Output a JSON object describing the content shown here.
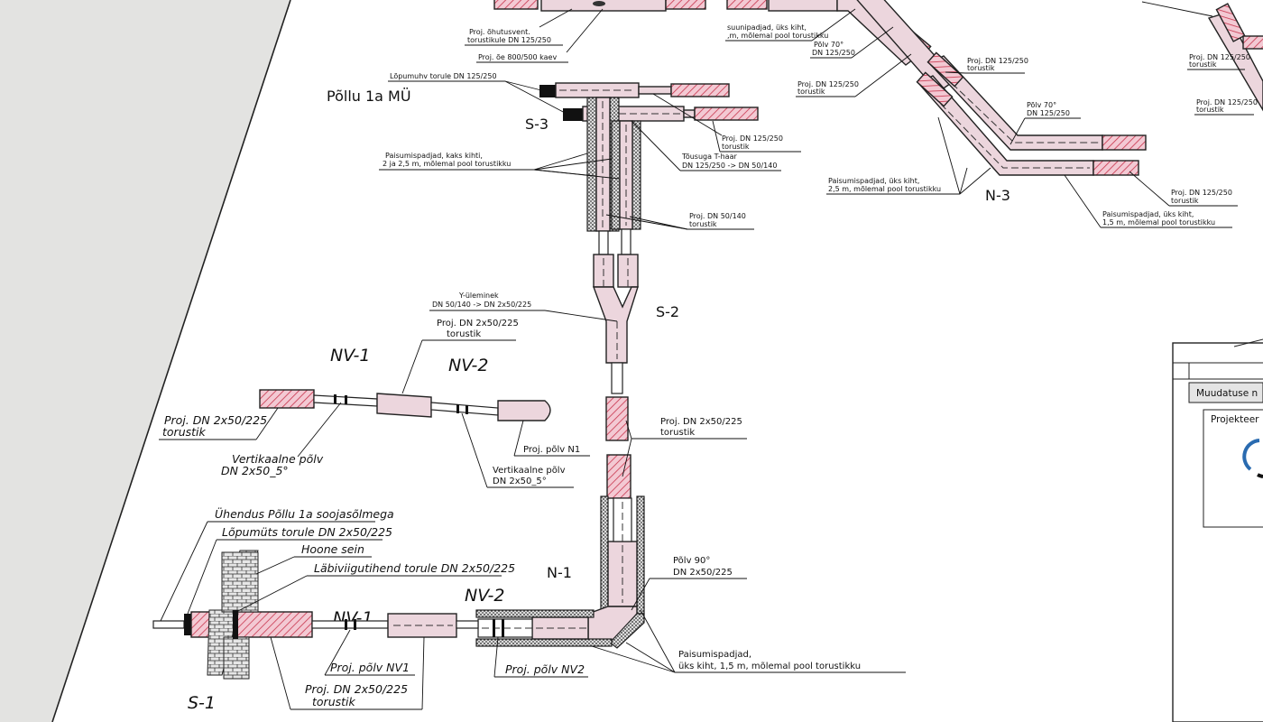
{
  "sheet": {
    "title": "Põllu 1a MÜ",
    "markers": {
      "s1": "S-1",
      "s2": "S-2",
      "s3": "S-3",
      "n1": "N-1",
      "n3": "N-3",
      "nv1_top": "NV-1",
      "nv2_top": "NV-2",
      "nv1_bottom": "NV-1",
      "nv2_bottom": "NV-2"
    },
    "title_block": {
      "changes": "Muudatuse n",
      "project": "Projekteer"
    }
  },
  "labels": {
    "top_left_1": "Proj. õhutusvent.",
    "top_left_2": "torustikule DN 125/250",
    "top_left_3": "Proj. õe 800/500 kaev",
    "top_mid_1": "suunipadjad, üks kiht,",
    "top_mid_2": ",m, mõlemal pool torustikku",
    "top_mid_3": "Põlv 70°",
    "top_mid_4": "DN 125/250",
    "top_mid_5": "Proj. DN 125/250",
    "top_mid_6": "torustik",
    "top_mid_7": "Proj. DN 125/250",
    "top_mid_8": "torustik",
    "n3_a1": "Põlv 70°",
    "n3_a2": "DN 125/250",
    "n3_pads1": "Paisumispadjad, üks kiht,",
    "n3_pads2": "2,5 m, mõlemal pool torustikku",
    "n3_pipe1": "Proj. DN 125/250",
    "n3_pipe2": "torustik",
    "n3_pads3": "Paisumispadjad, üks kiht,",
    "n3_pads4": "1,5 m, mõlemal pool torustikku",
    "top_right_1": "Proj. DN 125/250",
    "top_right_2": "torustik",
    "top_right_3": "Proj. DN 125/250",
    "top_right_4": "torustik",
    "endcap": "Lõpumuhv torule DN 125/250",
    "s3_pipe1": "Proj. DN 125/250",
    "s3_pipe2": "torustik",
    "s3_pads1": "Paisumispadjad, kaks kihti,",
    "s3_pads2": "2 ja 2,5 m, mõlemal pool torustikku",
    "tee1": "Tõusuga T-haar",
    "tee2": "DN 125/250 -> DN 50/140",
    "dn50_1": "Proj. DN 50/140",
    "dn50_2": "torustik",
    "y1": "Y-üleminek",
    "y2": "DN 50/140 -> DN 2x50/225",
    "nv_pipe1": "Proj. DN 2x50/225",
    "nv_pipe2": "torustik",
    "left_pipe1": "Proj. DN 2x50/225",
    "left_pipe2": "torustik",
    "vert1_1": "Vertikaalne põlv",
    "vert1_2": "DN 2x50_5°",
    "elbow_n1": "Proj. põlv N1",
    "vert2_1": "Vertikaalne põlv",
    "vert2_2": "DN 2x50_5°",
    "right_pipe1": "Proj. DN 2x50/225",
    "right_pipe2": "torustik",
    "conn": "Ühendus Põllu 1a soojasõlmega",
    "endcap2": "Lõpumüts torule DN 2x50/225",
    "wall": "Hoone sein",
    "sleeve": "Läbiviigutihend torule DN 2x50/225",
    "elbow90_1": "Põlv 90°",
    "elbow90_2": "DN 2x50/225",
    "pnv1": "Proj. põlv NV1",
    "pnv2": "Proj. põlv NV2",
    "pads_n1_1": "Paisumispadjad,",
    "pads_n1_2": "üks kiht, 1,5 m, mõlemal pool torustikku",
    "bottom_pipe1": "Proj. DN 2x50/225",
    "bottom_pipe2": "torustik"
  },
  "colors": {
    "paper": "#ffffff",
    "pipe_fill": "#ecd6dd",
    "hatch_red": "#c8344c",
    "ink": "#111111"
  }
}
